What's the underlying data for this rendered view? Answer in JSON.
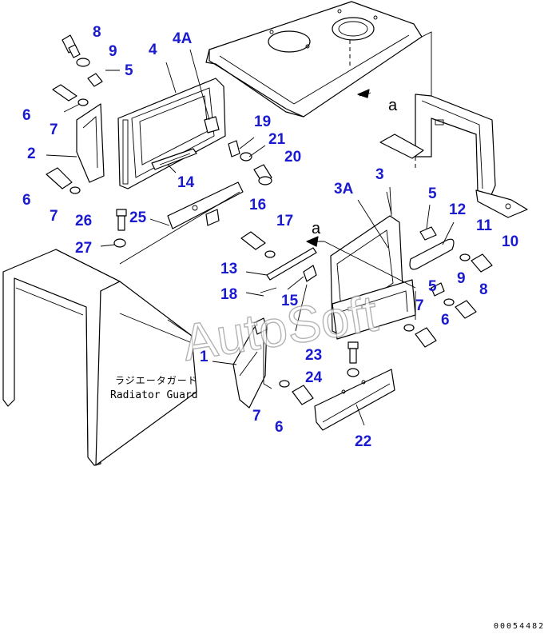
{
  "callouts": [
    {
      "id": "c8a",
      "text": "8"
    },
    {
      "id": "c9a",
      "text": "9"
    },
    {
      "id": "c5a",
      "text": "5"
    },
    {
      "id": "c4",
      "text": "4"
    },
    {
      "id": "c4A",
      "text": "4A"
    },
    {
      "id": "c6a",
      "text": "6"
    },
    {
      "id": "c7a",
      "text": "7"
    },
    {
      "id": "c2",
      "text": "2"
    },
    {
      "id": "c19",
      "text": "19"
    },
    {
      "id": "c21",
      "text": "21"
    },
    {
      "id": "c20",
      "text": "20"
    },
    {
      "id": "c14",
      "text": "14"
    },
    {
      "id": "c6b",
      "text": "6"
    },
    {
      "id": "c7b",
      "text": "7"
    },
    {
      "id": "c3",
      "text": "3"
    },
    {
      "id": "c3A",
      "text": "3A"
    },
    {
      "id": "c5b",
      "text": "5"
    },
    {
      "id": "c12",
      "text": "12"
    },
    {
      "id": "c11",
      "text": "11"
    },
    {
      "id": "c10",
      "text": "10"
    },
    {
      "id": "c26",
      "text": "26"
    },
    {
      "id": "c25",
      "text": "25"
    },
    {
      "id": "c16",
      "text": "16"
    },
    {
      "id": "c17",
      "text": "17"
    },
    {
      "id": "c27",
      "text": "27"
    },
    {
      "id": "c13",
      "text": "13"
    },
    {
      "id": "c18",
      "text": "18"
    },
    {
      "id": "c15",
      "text": "15"
    },
    {
      "id": "c5c",
      "text": "5"
    },
    {
      "id": "c9b",
      "text": "9"
    },
    {
      "id": "c8b",
      "text": "8"
    },
    {
      "id": "c7c",
      "text": "7"
    },
    {
      "id": "c6c",
      "text": "6"
    },
    {
      "id": "c1",
      "text": "1"
    },
    {
      "id": "c23",
      "text": "23"
    },
    {
      "id": "c24",
      "text": "24"
    },
    {
      "id": "c7d",
      "text": "7"
    },
    {
      "id": "c6d",
      "text": "6"
    },
    {
      "id": "c22",
      "text": "22"
    }
  ],
  "reference_marks": {
    "upper": "a",
    "lower": "a"
  },
  "radiator_guard": {
    "label_jp": "ラジエータガード",
    "label_en": "Radiator Guard"
  },
  "watermark": "AutoSoft",
  "drawing_code": "00054482",
  "colors": {
    "callout": "#1a1ad0",
    "line": "#000000",
    "background": "#ffffff",
    "watermark": "#9a9a9a"
  }
}
